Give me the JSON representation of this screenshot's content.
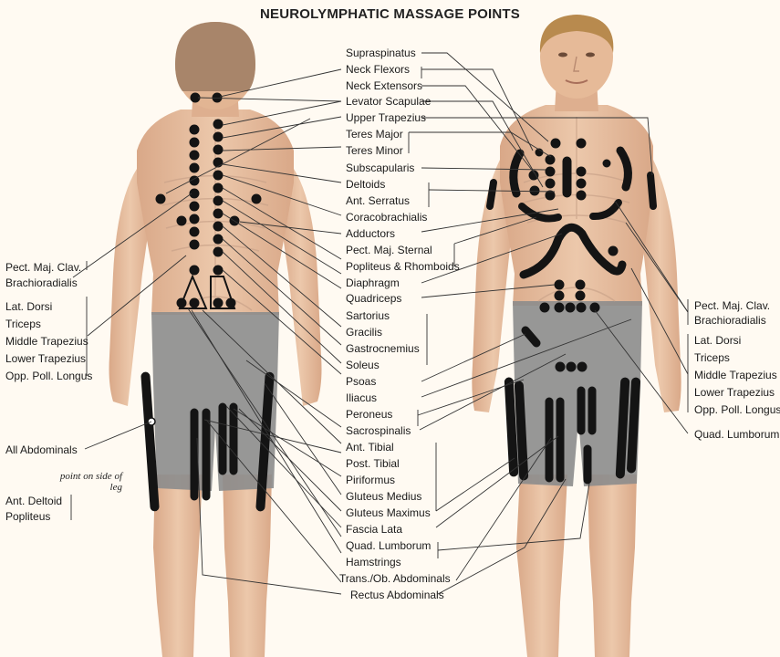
{
  "title": "NEUROLYMPHATIC MASSAGE POINTS",
  "center_labels": [
    "Supraspinatus",
    "Neck Flexors",
    "Neck Extensors",
    "Levator Scapulae",
    "Upper Trapezius",
    "Teres Major",
    "Teres Minor",
    "Subscapularis",
    "Deltoids",
    "Ant. Serratus",
    "Coracobrachialis",
    "Adductors",
    "Pect. Maj. Sternal",
    "Popliteus & Rhomboids",
    "Diaphragm",
    "Quadriceps",
    "Sartorius",
    "Gracilis",
    "Gastrocnemius",
    "Soleus",
    "Psoas",
    "Iliacus",
    "Peroneus",
    "Sacrospinalis",
    "Ant. Tibial",
    "Post. Tibial",
    "Piriformus",
    "Gluteus Medius",
    "Gluteus Maximus",
    "Fascia Lata",
    "Quad. Lumborum",
    "Hamstrings",
    "Trans./Ob. Abdominals",
    "Rectus Abdominals"
  ],
  "left_labels": {
    "group1": [
      "Pect. Maj. Clav.",
      "Brachioradialis"
    ],
    "group2": [
      "Lat. Dorsi",
      "Triceps",
      "Middle Trapezius",
      "Lower Trapezius",
      "Opp. Poll. Longus"
    ],
    "abdominals": "All Abdominals",
    "note": "point on side of leg",
    "group3": [
      "Ant. Deltoid",
      "Popliteus"
    ]
  },
  "right_labels": {
    "group1": [
      "Pect. Maj. Clav.",
      "Brachioradialis"
    ],
    "group2": [
      "Lat. Dorsi",
      "Triceps",
      "Middle Trapezius",
      "Lower Trapezius",
      "Opp. Poll. Longus"
    ],
    "quad": "Quad. Lumborum"
  },
  "colors": {
    "skin": "#e9c2a3",
    "skin_shadow": "#d7a585",
    "hair_back": "#a8856a",
    "hair_front": "#b88a4e",
    "shorts": "#8c8c8c",
    "point": "#141414",
    "line": "#333333",
    "background": "#fffaf2"
  }
}
